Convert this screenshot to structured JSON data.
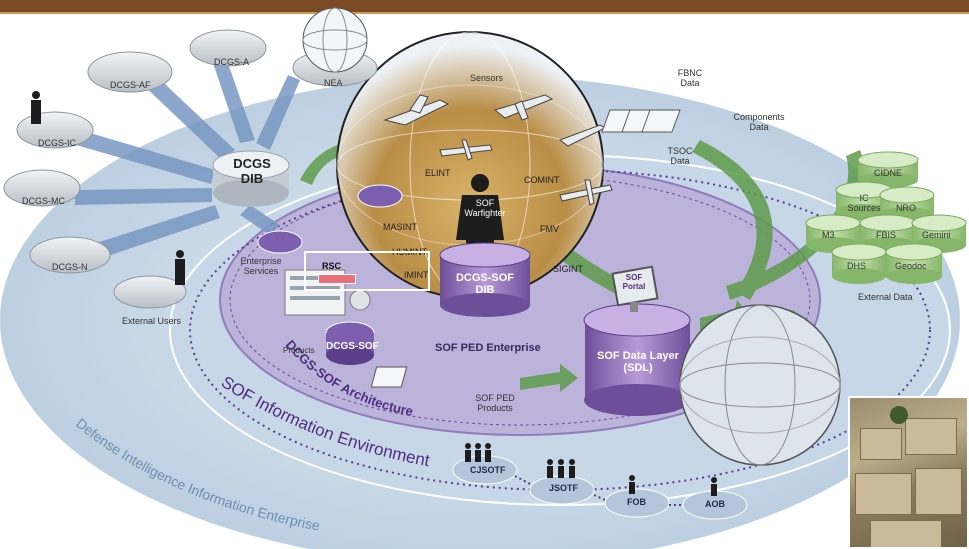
{
  "header_bar_color": "#7a4a24",
  "nodes": {
    "dcgs_af": "DCGS-AF",
    "dcgs_a": "DCGS-A",
    "nea": "NEA",
    "dcgs_ic": "DCGS-IC",
    "dcgs_mc": "DCGS-MC",
    "dcgs_n": "DCGS-N",
    "external_users": "External Users",
    "dcgs_dib_line1": "DCGS",
    "dcgs_dib_line2": "DIB"
  },
  "globe": {
    "sensors": "Sensors",
    "elint": "ELINT",
    "comint": "COMINT",
    "masint": "MASINT",
    "humint": "HUMINT",
    "imint": "IMINT",
    "fmv": "FMV",
    "sigint": "SIGINT",
    "warfighter_line1": "SOF",
    "warfighter_line2": "Warfighter",
    "dcgs_sof_dib_line1": "DCGS-SOF",
    "dcgs_sof_dib_line2": "DIB"
  },
  "top_right": {
    "fbnc_line1": "FBNC",
    "fbnc_line2": "Data",
    "components_line1": "Components",
    "components_line2": "Data",
    "tsoc_line1": "TSOC",
    "tsoc_line2": "Data"
  },
  "external_data": {
    "cidne": "CIDNE",
    "ic_sources_line1": "IC",
    "ic_sources_line2": "Sources",
    "nro": "NRO",
    "m3": "M3",
    "fbis": "FBIS",
    "gemini": "Gemini",
    "dhs": "DHS",
    "geodoc": "Geodoc",
    "label": "External Data"
  },
  "center": {
    "rsc": "RSC",
    "enterprise_services_line1": "Enterprise",
    "enterprise_services_line2": "Services",
    "products": "Products",
    "dcgs_sof": "DCGS-SOF",
    "sof_ped_enterprise": "SOF PED Enterprise",
    "sof_ped_products_line1": "SOF PED",
    "sof_ped_products_line2": "Products",
    "sof_portal_line1": "SOF",
    "sof_portal_line2": "Portal",
    "sdl_line1": "SOF Data Layer",
    "sdl_line2": "(SDL)"
  },
  "rings": {
    "architecture": "DCGS-SOF Architecture",
    "information_environment": "SOF Information Environment",
    "defense_enterprise": "Defense Intelligence Information Enterprise"
  },
  "units": {
    "cjsotf": "CJSOTF",
    "jsotf": "JSOTF",
    "fob": "FOB",
    "aob": "AOB"
  },
  "colors": {
    "outer_ring": "#c5d6e6",
    "purple_ring": "#b9a8d6",
    "purple_cylinder": "#8e6cb7",
    "green_cylinder": "#a8cf8c",
    "arrow_blue": "#6e8fb8",
    "arrow_green": "#5f9c4a",
    "globe_land": "#c9a35a"
  }
}
